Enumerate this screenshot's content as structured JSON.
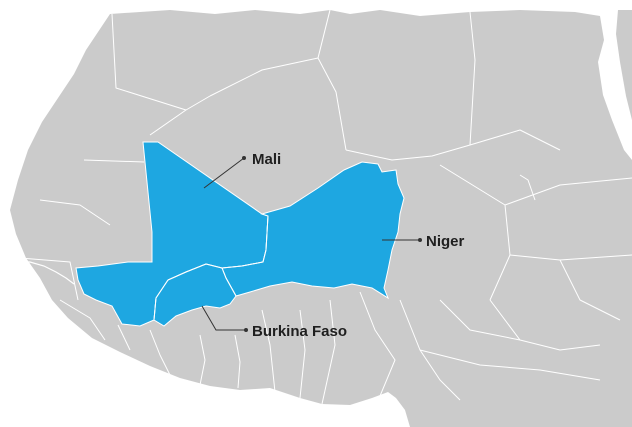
{
  "map": {
    "colors": {
      "ocean": "#ffffff",
      "land": "#cbcbcb",
      "highlight": "#1ea7e1",
      "border": "#ffffff",
      "label": "#1f1f1f"
    },
    "labels": {
      "mali": "Mali",
      "niger": "Niger",
      "burkina_faso": "Burkina Faso"
    },
    "highlighted_countries": [
      "Mali",
      "Niger",
      "Burkina Faso"
    ]
  }
}
